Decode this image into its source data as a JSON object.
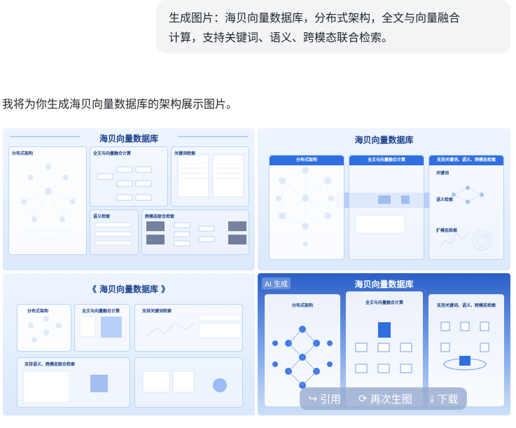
{
  "user_message": {
    "line1": "生成图片：海贝向量数据库，分布式架构，全文与向量融合",
    "line2": "计算，支持关键词、语义、跨模态联合检索。"
  },
  "assistant_message": "我将为你生成海贝向量数据库的架构展示图片。",
  "images": [
    {
      "title": "海贝向量数据库",
      "panels": [
        "分布式架构",
        "全文与向量融合计算",
        "关键词检索",
        "语义检索",
        "跨模态联合检索"
      ]
    },
    {
      "title": "海贝向量数据库",
      "panels": [
        "分布式架构",
        "全文与向量融合计算",
        "支持关键词、语义、跨模态检索"
      ],
      "sub_labels": [
        "关键词",
        "语义检索",
        "扩模态检索"
      ]
    },
    {
      "title": "《 海贝向量数据库 》",
      "panels": [
        "分布式架构",
        "全文与向量融合计算",
        "支持关键词检索",
        "支持语义、跨模态联合检索"
      ]
    },
    {
      "title": "海贝向量数据库",
      "badge": "AI 生成",
      "panels": [
        "分布式架构",
        "全文与向量融合计算",
        "支持关键词、语义、跨模态检索"
      ]
    }
  ],
  "actions": {
    "quote": "引用",
    "regenerate": "再次生图",
    "download": "下载"
  },
  "icons": {
    "quote": "quote-icon",
    "regenerate": "refresh-icon",
    "download": "download-icon"
  },
  "colors": {
    "accent": "#2f6fe0",
    "bubble_bg": "#f3f4f6"
  }
}
